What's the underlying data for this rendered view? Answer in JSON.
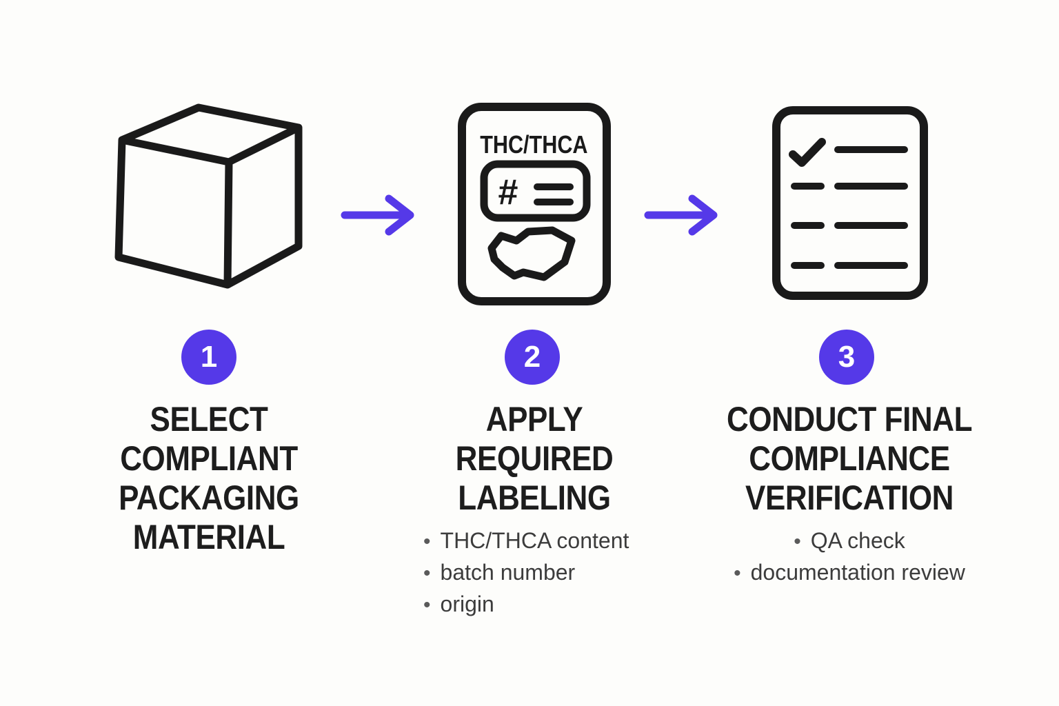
{
  "colors": {
    "accent": "#5539e8",
    "ink": "#1a1a1a",
    "bullet_text": "#3c3c3c",
    "background": "#fdfdfb"
  },
  "steps": [
    {
      "number": "1",
      "icon": "package-cube-icon",
      "title_lines": [
        "SELECT",
        "COMPLIANT",
        "PACKAGING",
        "MATERIAL"
      ],
      "bullets": []
    },
    {
      "number": "2",
      "icon": "thc-label-icon",
      "icon_text": "THC/THCA",
      "icon_hash": "#",
      "title_lines": [
        "APPLY",
        "REQUIRED",
        "LABELING"
      ],
      "bullets": [
        "THC/THCA content",
        "batch number",
        "origin"
      ]
    },
    {
      "number": "3",
      "icon": "compliance-checklist-icon",
      "title_lines": [
        "CONDUCT FINAL",
        "COMPLIANCE",
        "VERIFICATION"
      ],
      "bullets": [
        "QA check",
        "documentation review"
      ]
    }
  ]
}
